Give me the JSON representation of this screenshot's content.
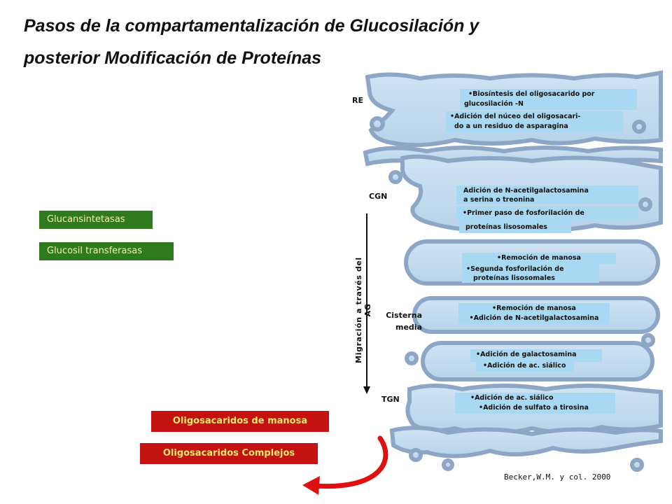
{
  "title": {
    "line1": "Pasos de la compartamentalización de Glucosilación y",
    "line2": "posterior Modificación de Proteínas"
  },
  "enzymes": [
    "Glucansintetasas",
    "Glucosil transferasas"
  ],
  "oligos": [
    "Oligosacaridos de manosa",
    "Oligosacaridos Complejos"
  ],
  "compartments": {
    "re": "RE",
    "cgn": "CGN",
    "cisterna_line1": "Cisterna",
    "cisterna_line2": "media",
    "tgn": "TGN"
  },
  "migration_label": "Migración a través del AG",
  "steps": {
    "re1_a": "•Biosíntesis del oligosacarido por",
    "re1_b": "glucosilación -N",
    "re2_a": "•Adición del núceo del oligosacari-",
    "re2_b": "do a un residuo de asparagina",
    "cgn1_a": "Adición de N-acetilgalactosamina",
    "cgn1_b": "a serina o treonina",
    "cgn2_a": "•Primer paso de fosforilación de",
    "cgn2_b": "proteínas lisosomales",
    "c3_a": "•Remoción de manosa",
    "c3_b": "•Segunda fosforilación de",
    "c3_c": "proteínas lisosomales",
    "med_a": "•Remoción de manosa",
    "med_b": "•Adición de N-acetilgalactosamina",
    "c5_a": "•Adición de galactosamina",
    "c5_b": "•Adición de ac. siálico",
    "tgn_a": "•Adición de ac. siálico",
    "tgn_b": "•Adición de sulfato a tirosina"
  },
  "credit": "Becker,W.M. y col. 2000",
  "colors": {
    "enzyme_bg": "#2f7a1f",
    "enzyme_text": "#f3f3b0",
    "oligo_bg": "#c3120f",
    "oligo_text": "#ffe76a",
    "membrane": "#9fb6d4",
    "label_bg": "#a9d9f2",
    "arrow": "#e01010"
  }
}
